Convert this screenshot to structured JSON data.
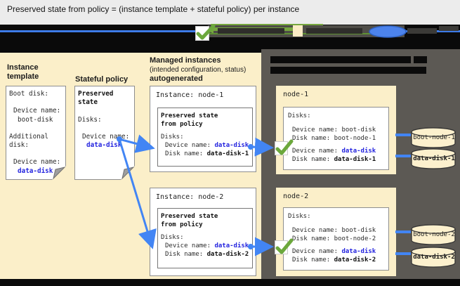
{
  "title": "Preserved state from policy = (instance template + stateful policy) per instance",
  "columns": {
    "instance_template": {
      "header": "Instance template",
      "box": {
        "boot_disk_label": "Boot disk:",
        "device_name_label": "Device name:",
        "boot_disk_value": "boot-disk",
        "additional_disk_label": "Additional disk:",
        "device_name_label2": "Device name:",
        "data_disk_value": "data-disk"
      }
    },
    "stateful_policy": {
      "header": "Stateful policy",
      "box": {
        "title": "Preserved state",
        "disks_label": "Disks:",
        "device_name_label": "Device name:",
        "device_name_value": "data-disk"
      }
    },
    "managed_instances": {
      "header_bold1": "Managed instances",
      "header_regular": "(intended configuration, status)",
      "header_bold2": "autogenerated",
      "instances": [
        {
          "label": "Instance: node-1",
          "preserved_title_line1": "Preserved state",
          "preserved_title_line2": "from policy",
          "disks_label": "Disks:",
          "device_label": "Device name:",
          "device_value": "data-disk",
          "disk_label": "Disk name:",
          "disk_value": "data-disk-1"
        },
        {
          "label": "Instance: node-2",
          "preserved_title_line1": "Preserved state",
          "preserved_title_line2": "from policy",
          "disks_label": "Disks:",
          "device_label": "Device name:",
          "device_value": "data-disk",
          "disk_label": "Disk name:",
          "disk_value": "data-disk-2"
        }
      ]
    }
  },
  "vm_panel": {
    "nodes": [
      {
        "label": "node-1",
        "disks_label": "Disks:",
        "boot_device_label": "Device name:",
        "boot_device_value": "boot-disk",
        "boot_disk_label": "Disk name:",
        "boot_disk_value": "boot-node-1",
        "data_device_label": "Device name:",
        "data_device_value": "data-disk",
        "data_disk_label": "Disk name:",
        "data_disk_value": "data-disk-1"
      },
      {
        "label": "node-2",
        "disks_label": "Disks:",
        "boot_device_label": "Device name:",
        "boot_device_value": "boot-disk",
        "boot_disk_label": "Disk name:",
        "boot_disk_value": "boot-node-2",
        "data_device_label": "Device name:",
        "data_device_value": "data-disk",
        "data_disk_label": "Disk name:",
        "data_disk_value": "data-disk-2"
      }
    ],
    "disks": [
      {
        "label": "boot-node-1"
      },
      {
        "label": "data-disk-1"
      },
      {
        "label": "boot-node-2"
      },
      {
        "label": "data-disk-2"
      }
    ]
  },
  "colors": {
    "arrow_blue": "#4285F4",
    "link_blue": "#2424DF",
    "check_green": "#6CA83C",
    "panel_beige": "#FBEFC9",
    "panel_gray": "#5C5954",
    "band_black": "#0A0A0A",
    "legend_line_blue": "#3D7BE8",
    "legend_green": "#76A73E"
  }
}
